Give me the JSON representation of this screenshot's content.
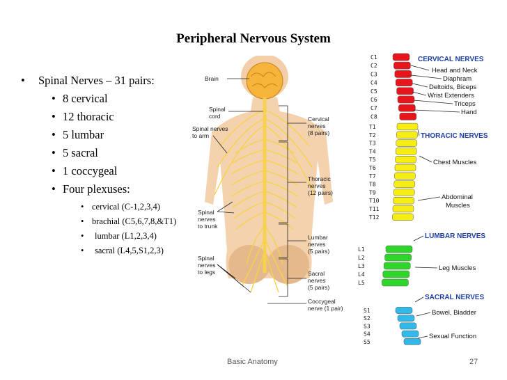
{
  "slide": {
    "title": "Peripheral Nervous System",
    "bullets": {
      "main": "Spinal Nerves – 31 pairs:",
      "sub": [
        "8 cervical",
        "12 thoracic",
        "5 lumbar",
        "5 sacral",
        "1 coccygeal",
        "Four plexuses:"
      ],
      "plexuses": [
        "cervical (C-1,2,3,4)",
        "brachial (C5,6,7,8,&T1)",
        "lumbar (L1,2,3,4)",
        "sacral (L4,5,S1,2,3)"
      ]
    },
    "footer_center": "Basic Anatomy",
    "page_number": "27"
  },
  "figure_body": {
    "labels": {
      "brain": "Brain",
      "spinal_cord": [
        "Spinal",
        "cord"
      ],
      "nerves_arm": [
        "Spinal nerves",
        "to arm"
      ],
      "nerves_trunk": [
        "Spinal",
        "nerves",
        "to trunk"
      ],
      "nerves_legs": [
        "Spinal",
        "nerves",
        "to legs"
      ],
      "cervical": [
        "Cervical",
        "nerves",
        "(8 pairs)"
      ],
      "thoracic": [
        "Thoracic",
        "nerves",
        "(12 pairs)"
      ],
      "lumbar": [
        "Lumbar",
        "nerves",
        "(5 pairs)"
      ],
      "sacral": [
        "Sacral",
        "nerves",
        "(5 pairs)"
      ],
      "coccygeal": [
        "Coccygeal",
        "nerve (1 pair)"
      ]
    }
  },
  "figure_spine": {
    "cervical_levels": [
      "C1",
      "C2",
      "C3",
      "C4",
      "C5",
      "C6",
      "C7",
      "C8"
    ],
    "thoracic_levels": [
      "T1",
      "T2",
      "T3",
      "T4",
      "T5",
      "T6",
      "T7",
      "T8",
      "T9",
      "T10",
      "T11",
      "T12"
    ],
    "lumbar_levels": [
      "L1",
      "L2",
      "L3",
      "L4",
      "L5"
    ],
    "sacral_levels": [
      "S1",
      "S2",
      "S3",
      "S4",
      "S5"
    ],
    "headings": {
      "cervical": "CERVICAL NERVES",
      "thoracic": "THORACIC NERVES",
      "lumbar": "LUMBAR NERVES",
      "sacral": "SACRAL NERVES"
    },
    "functions": {
      "cervical": [
        "Head and Neck",
        "Diaphram",
        "Deltoids, Biceps",
        "Wrist Extenders",
        "Triceps",
        "Hand"
      ],
      "thoracic": [
        "Chest Muscles",
        "Abdominal",
        "Muscles"
      ],
      "lumbar": [
        "Leg Muscles"
      ],
      "sacral": [
        "Bowel, Bladder",
        "Sexual Function"
      ]
    },
    "colors": {
      "cervical": "#e8141c",
      "thoracic": "#f6ee12",
      "lumbar": "#2fd62a",
      "sacral": "#31b9ea",
      "heading": "#1e3fa0"
    }
  }
}
